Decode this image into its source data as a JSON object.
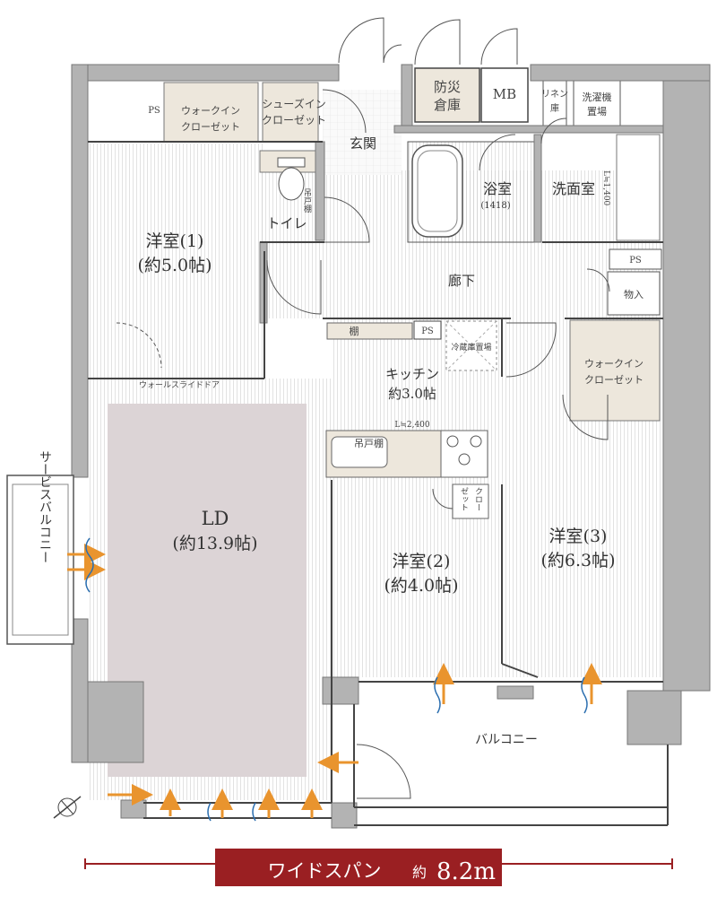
{
  "plan": {
    "rooms": {
      "western1_name": "洋室(1)",
      "western1_size": "(約5.0帖)",
      "ld_name": "LD",
      "ld_size": "(約13.9帖)",
      "western2_name": "洋室(2)",
      "western2_size": "(約4.0帖)",
      "western3_name": "洋室(3)",
      "western3_size": "(約6.3帖)",
      "kitchen_name": "キッチン",
      "kitchen_size": "約3.0帖",
      "bath_name": "浴室",
      "bath_size": "(1418)",
      "washroom": "洗面室",
      "entrance": "玄関",
      "toilet": "トイレ",
      "corridor": "廊下",
      "balcony": "バルコニー",
      "service_balcony": "サービスバルコニー"
    },
    "storage": {
      "wic1_line1": "ウォークイン",
      "wic1_line2": "クローゼット",
      "shoes_line1": "シューズイン",
      "shoes_line2": "クローゼット",
      "wic2_line1": "ウォークイン",
      "wic2_line2": "クローゼット",
      "disaster_line1": "防災",
      "disaster_line2": "倉庫",
      "mb": "MB",
      "linen_line1": "リネン",
      "linen_line2": "庫",
      "laundry_line1": "洗濯機",
      "laundry_line2": "置場",
      "storage_room": "物入",
      "fridge": "冷蔵庫置場",
      "shelf": "棚",
      "kitchen_cabinet": "吊戸棚",
      "toilet_cabinet": "吊戸棚",
      "closet_k1": "クロー",
      "closet_k2": "ゼット"
    },
    "notes": {
      "ps1": "PS",
      "ps2": "PS",
      "ps3": "PS",
      "wall_slide_door": "ウォールスライドドア",
      "kitchen_length": "L≒2,400",
      "wash_length": "L≒1,400"
    }
  },
  "banner": {
    "label": "ワイドスパン",
    "prefix": "約",
    "value": "8.2m"
  },
  "colors": {
    "wall": "#b3b3b3",
    "ld_floor": "#dcd4d6",
    "closet_fill": "#ede7dc",
    "arrow_orange": "#e9942e",
    "arrow_blue": "#2c6fb0",
    "banner": "#9a1f22"
  }
}
